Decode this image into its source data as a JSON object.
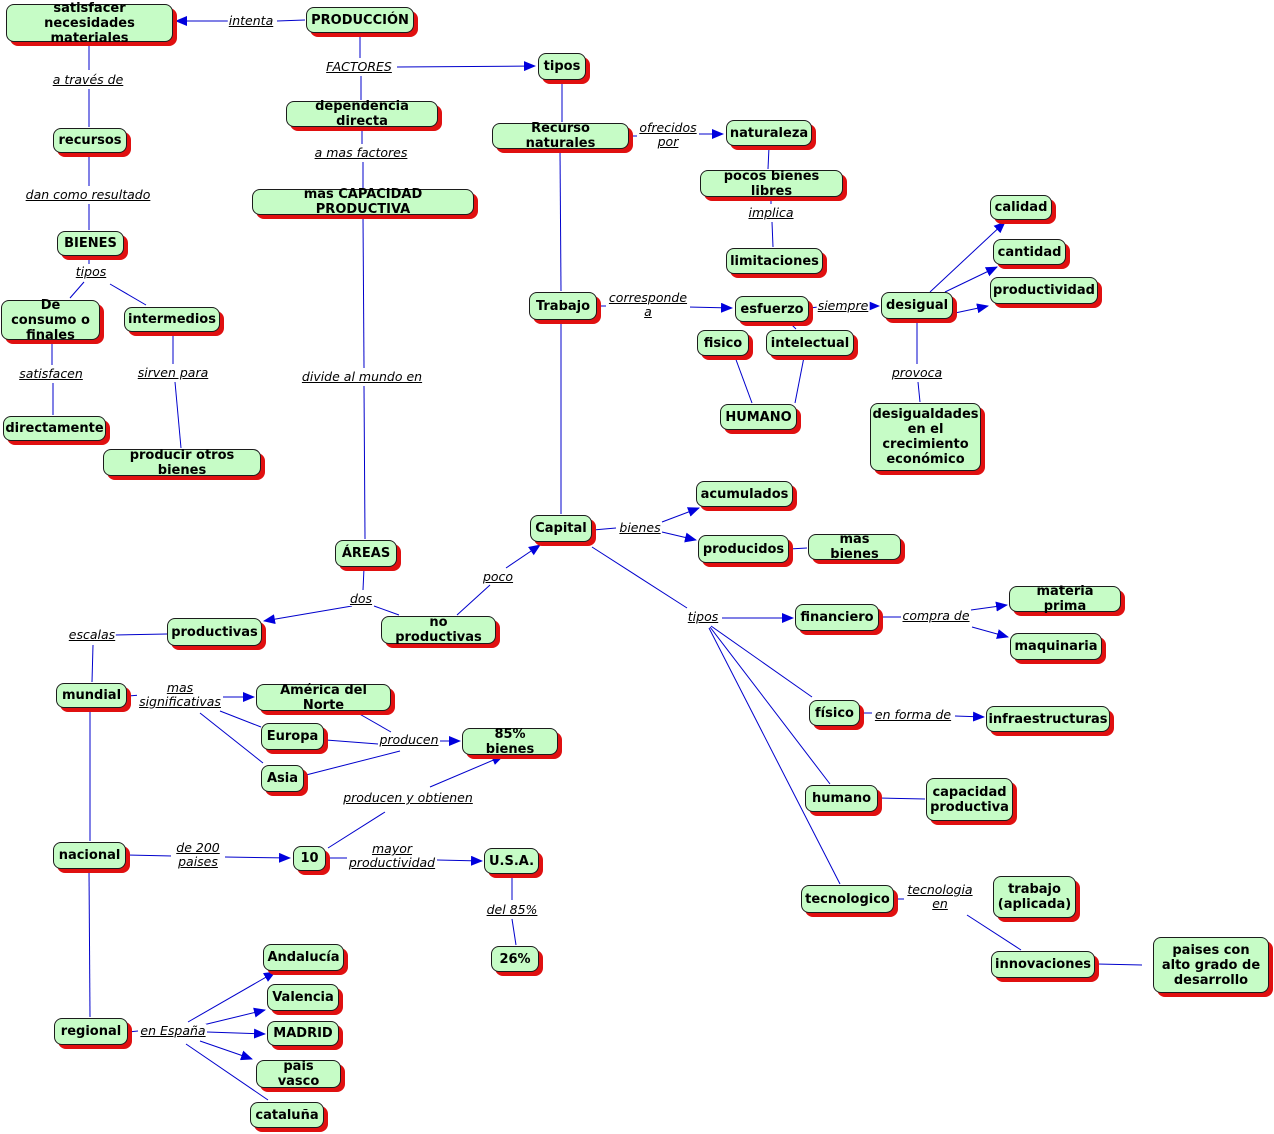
{
  "nodes": {
    "satisfacer": "satisfacer necesidades materiales",
    "produccion": "PRODUCCIÓN",
    "recursos": "recursos",
    "bienes": "BIENES",
    "de_consumo": "De consumo o finales",
    "intermedios": "intermedios",
    "directamente": "directamente",
    "producir_otros": "producir otros bienes",
    "dependencia": "dependencia directa",
    "mas_capacidad": "mas CAPACIDAD PRODUCTIVA",
    "tipos": "tipos",
    "recurso_naturales": "Recurso naturales",
    "naturaleza": "naturaleza",
    "pocos_bienes": "pocos bienes libres",
    "limitaciones": "limitaciones",
    "trabajo": "Trabajo",
    "esfuerzo": "esfuerzo",
    "fisico_t": "fisico",
    "intelectual": "intelectual",
    "humano_upper": "HUMANO",
    "desigual": "desigual",
    "calidad": "calidad",
    "cantidad": "cantidad",
    "productividad": "productividad",
    "desigualdades": "desigualdades en el crecimiento económico",
    "capital": "Capital",
    "acumulados": "acumulados",
    "producidos": "producidos",
    "mas_bienes": "mas bienes",
    "areas": "ÁREAS",
    "productivas": "productivas",
    "no_productivas": "no productivas",
    "mundial": "mundial",
    "america": "América del Norte",
    "europa": "Europa",
    "asia": "Asia",
    "bienes85": "85% bienes",
    "nacional": "nacional",
    "diez": "10",
    "usa": "U.S.A.",
    "pct26": "26%",
    "regional": "regional",
    "andalucia": "Andalucía",
    "valencia": "Valencia",
    "madrid": "MADRID",
    "pais_vasco": "pais vasco",
    "cataluna": "cataluña",
    "financiero": "financiero",
    "materia_prima": "materia prima",
    "maquinaria": "maquinaria",
    "fisico_c": "físico",
    "infraestructuras": "infraestructuras",
    "humano_c": "humano",
    "capacidad_prod": "capacidad productiva",
    "tecnologico": "tecnologico",
    "trabajo_aplicada": "trabajo (aplicada)",
    "innovaciones": "innovaciones",
    "paises_alto": "paises con alto grado de desarrollo"
  },
  "links": {
    "intenta": "intenta",
    "a_traves_de": "a través de",
    "dan_como": "dan como resultado",
    "tipos_bienes": "tipos",
    "satisfacen": "satisfacen",
    "sirven_para": "sirven para",
    "factores": "FACTORES",
    "a_mas_factores": "a mas factores",
    "divide": "divide al mundo en",
    "ofrecidos_por": "ofrecidos por",
    "implica": "implica",
    "corresponde_a": "corresponde a",
    "siempre": "siempre",
    "provoca": "provoca",
    "bienes_link": "bienes",
    "poco": "poco",
    "dos": "dos",
    "escalas": "escalas",
    "mas_significativas": "mas significativas",
    "producen": "producen",
    "producen_obtienen": "producen y obtienen",
    "de_200": "de 200 paises",
    "mayor_prod": "mayor productividad",
    "del_85": "del 85%",
    "en_espana": "en España",
    "tipos_capital": "tipos",
    "compra_de": "compra de",
    "en_forma_de": "en forma de",
    "tecnologia_en": "tecnologia en"
  },
  "colors": {
    "node_fill": "#c6fcc6",
    "node_shadow": "#e01010",
    "line": "#0000cc",
    "arrow": "#0000dd"
  }
}
